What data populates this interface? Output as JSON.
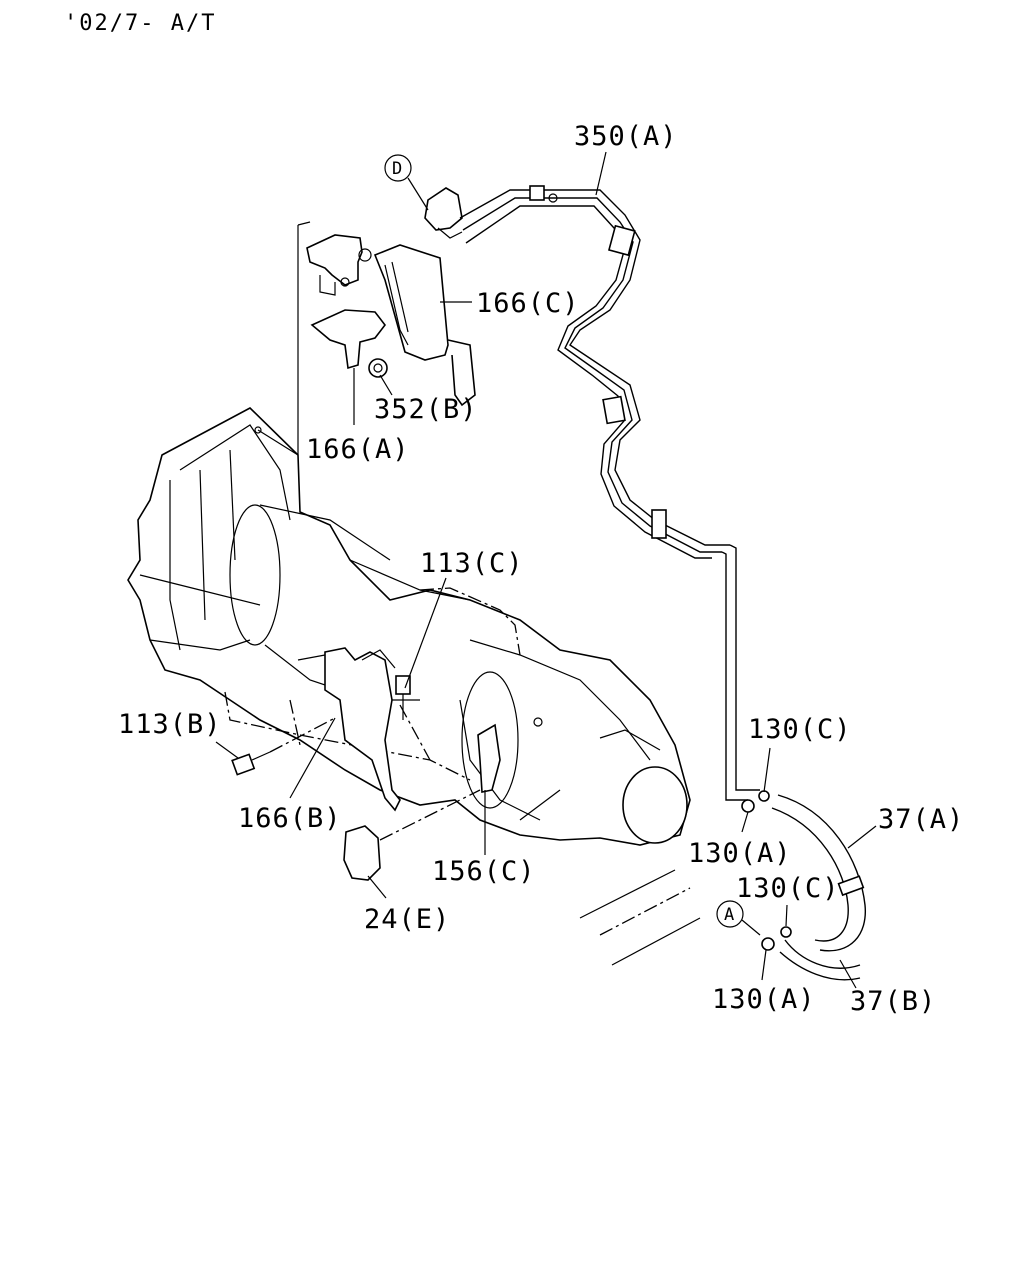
{
  "header": {
    "text": "'02/7- A/T"
  },
  "callouts": [
    {
      "id": "350a",
      "text": "350(A)"
    },
    {
      "id": "166c",
      "text": "166(C)"
    },
    {
      "id": "352b",
      "text": "352(B)"
    },
    {
      "id": "166a",
      "text": "166(A)"
    },
    {
      "id": "113c",
      "text": "113(C)"
    },
    {
      "id": "113b",
      "text": "113(B)"
    },
    {
      "id": "166b",
      "text": "166(B)"
    },
    {
      "id": "156c",
      "text": "156(C)"
    },
    {
      "id": "24e",
      "text": "24(E)"
    },
    {
      "id": "130c-1",
      "text": "130(C)"
    },
    {
      "id": "130a-1",
      "text": "130(A)"
    },
    {
      "id": "37a",
      "text": "37(A)"
    },
    {
      "id": "130c-2",
      "text": "130(C)"
    },
    {
      "id": "130a-2",
      "text": "130(A)"
    },
    {
      "id": "37b",
      "text": "37(B)"
    }
  ],
  "connectors": [
    {
      "id": "D",
      "text": "D"
    },
    {
      "id": "A",
      "text": "A"
    }
  ]
}
